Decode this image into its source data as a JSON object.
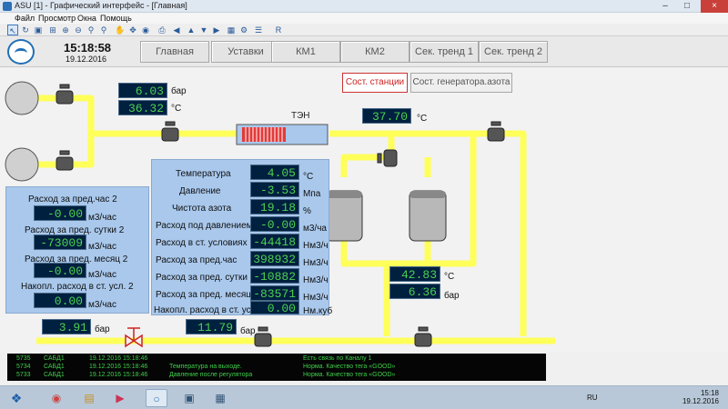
{
  "window": {
    "title": "ASU [1] - Графический интерфейс - [Главная]"
  },
  "menu": [
    "Файл",
    "Просмотр",
    "Окна",
    "Помощь"
  ],
  "header": {
    "time": "15:18:58",
    "date": "19.12.2016"
  },
  "nav": [
    "Главная",
    "Уставки",
    "КМ1",
    "КМ2",
    "Сек. тренд 1",
    "Сек. тренд 2"
  ],
  "tabs": {
    "station": "Сост. станции",
    "generator": "Сост. генератора.азота"
  },
  "ten_label": "ТЭН",
  "inlet": {
    "pressure": {
      "value": "6.03",
      "unit": "бар"
    },
    "temperature": {
      "value": "36.32",
      "unit": "°С"
    }
  },
  "ten_temp": {
    "value": "37.70",
    "unit": "°С"
  },
  "left_panel": [
    {
      "label": "Расход за пред.час 2",
      "value": "-0.00",
      "unit": "м3/час"
    },
    {
      "label": "Расход за пред. сутки 2",
      "value": "-73009",
      "unit": "м3/час"
    },
    {
      "label": "Расход за пред. месяц 2",
      "value": "-0.00",
      "unit": "м3/час"
    },
    {
      "label": "Накопл. расход в ст. усл. 2",
      "value": "0.00",
      "unit": "м3/час"
    }
  ],
  "mid_panel": [
    {
      "label": "Температура",
      "value": "4.05",
      "unit": "°С"
    },
    {
      "label": "Давление",
      "value": "-3.53",
      "unit": "Мпа"
    },
    {
      "label": "Чистота азота",
      "value": "19.18",
      "unit": "%"
    },
    {
      "label": "Расход под давлением",
      "value": "-0.00",
      "unit": "м3/ча"
    },
    {
      "label": "Расход в ст. условиях",
      "value": "-44418",
      "unit": "Нм3/ч"
    },
    {
      "label": "Расход за пред.час",
      "value": "398932",
      "unit": "Нм3/ч"
    },
    {
      "label": "Расход за пред. сутки",
      "value": "-10882",
      "unit": "Нм3/ч"
    },
    {
      "label": "Расход за пред. месяц",
      "value": "-83571",
      "unit": "Нм3/ч"
    },
    {
      "label": "Накопл. расход в ст. усл.",
      "value": "0.00",
      "unit": "Нм.куб"
    }
  ],
  "tank_out": {
    "temperature": {
      "value": "42.83",
      "unit": "°С"
    },
    "pressure": {
      "value": "6.36",
      "unit": "бар"
    }
  },
  "bottom_left": {
    "value": "3.91",
    "unit": "бар"
  },
  "bottom_mid": {
    "value": "11.79",
    "unit": "бар"
  },
  "log": [
    {
      "id": "5735",
      "src": "САБД1",
      "time": "19.12.2016 15:18:46",
      "msg": "",
      "status": "Есть связь по Каналу 1"
    },
    {
      "id": "5734",
      "src": "САБД1",
      "time": "19.12.2016 15:18:46",
      "msg": "Температура на выходе.",
      "status": "Норма. Качество тега «GOOD»"
    },
    {
      "id": "5733",
      "src": "САБД1",
      "time": "19.12.2016 15:18:46",
      "msg": "Давление после регулятора",
      "status": "Норма. Качество тега «GOOD»"
    }
  ],
  "taskbar": {
    "lang": "RU",
    "time": "15:18",
    "date": "19.12.2016"
  },
  "colors": {
    "pipe": "#ffff5a",
    "value_bg": "#00203f",
    "value_fg": "#4dd050",
    "panel": "#a9c8ec"
  }
}
